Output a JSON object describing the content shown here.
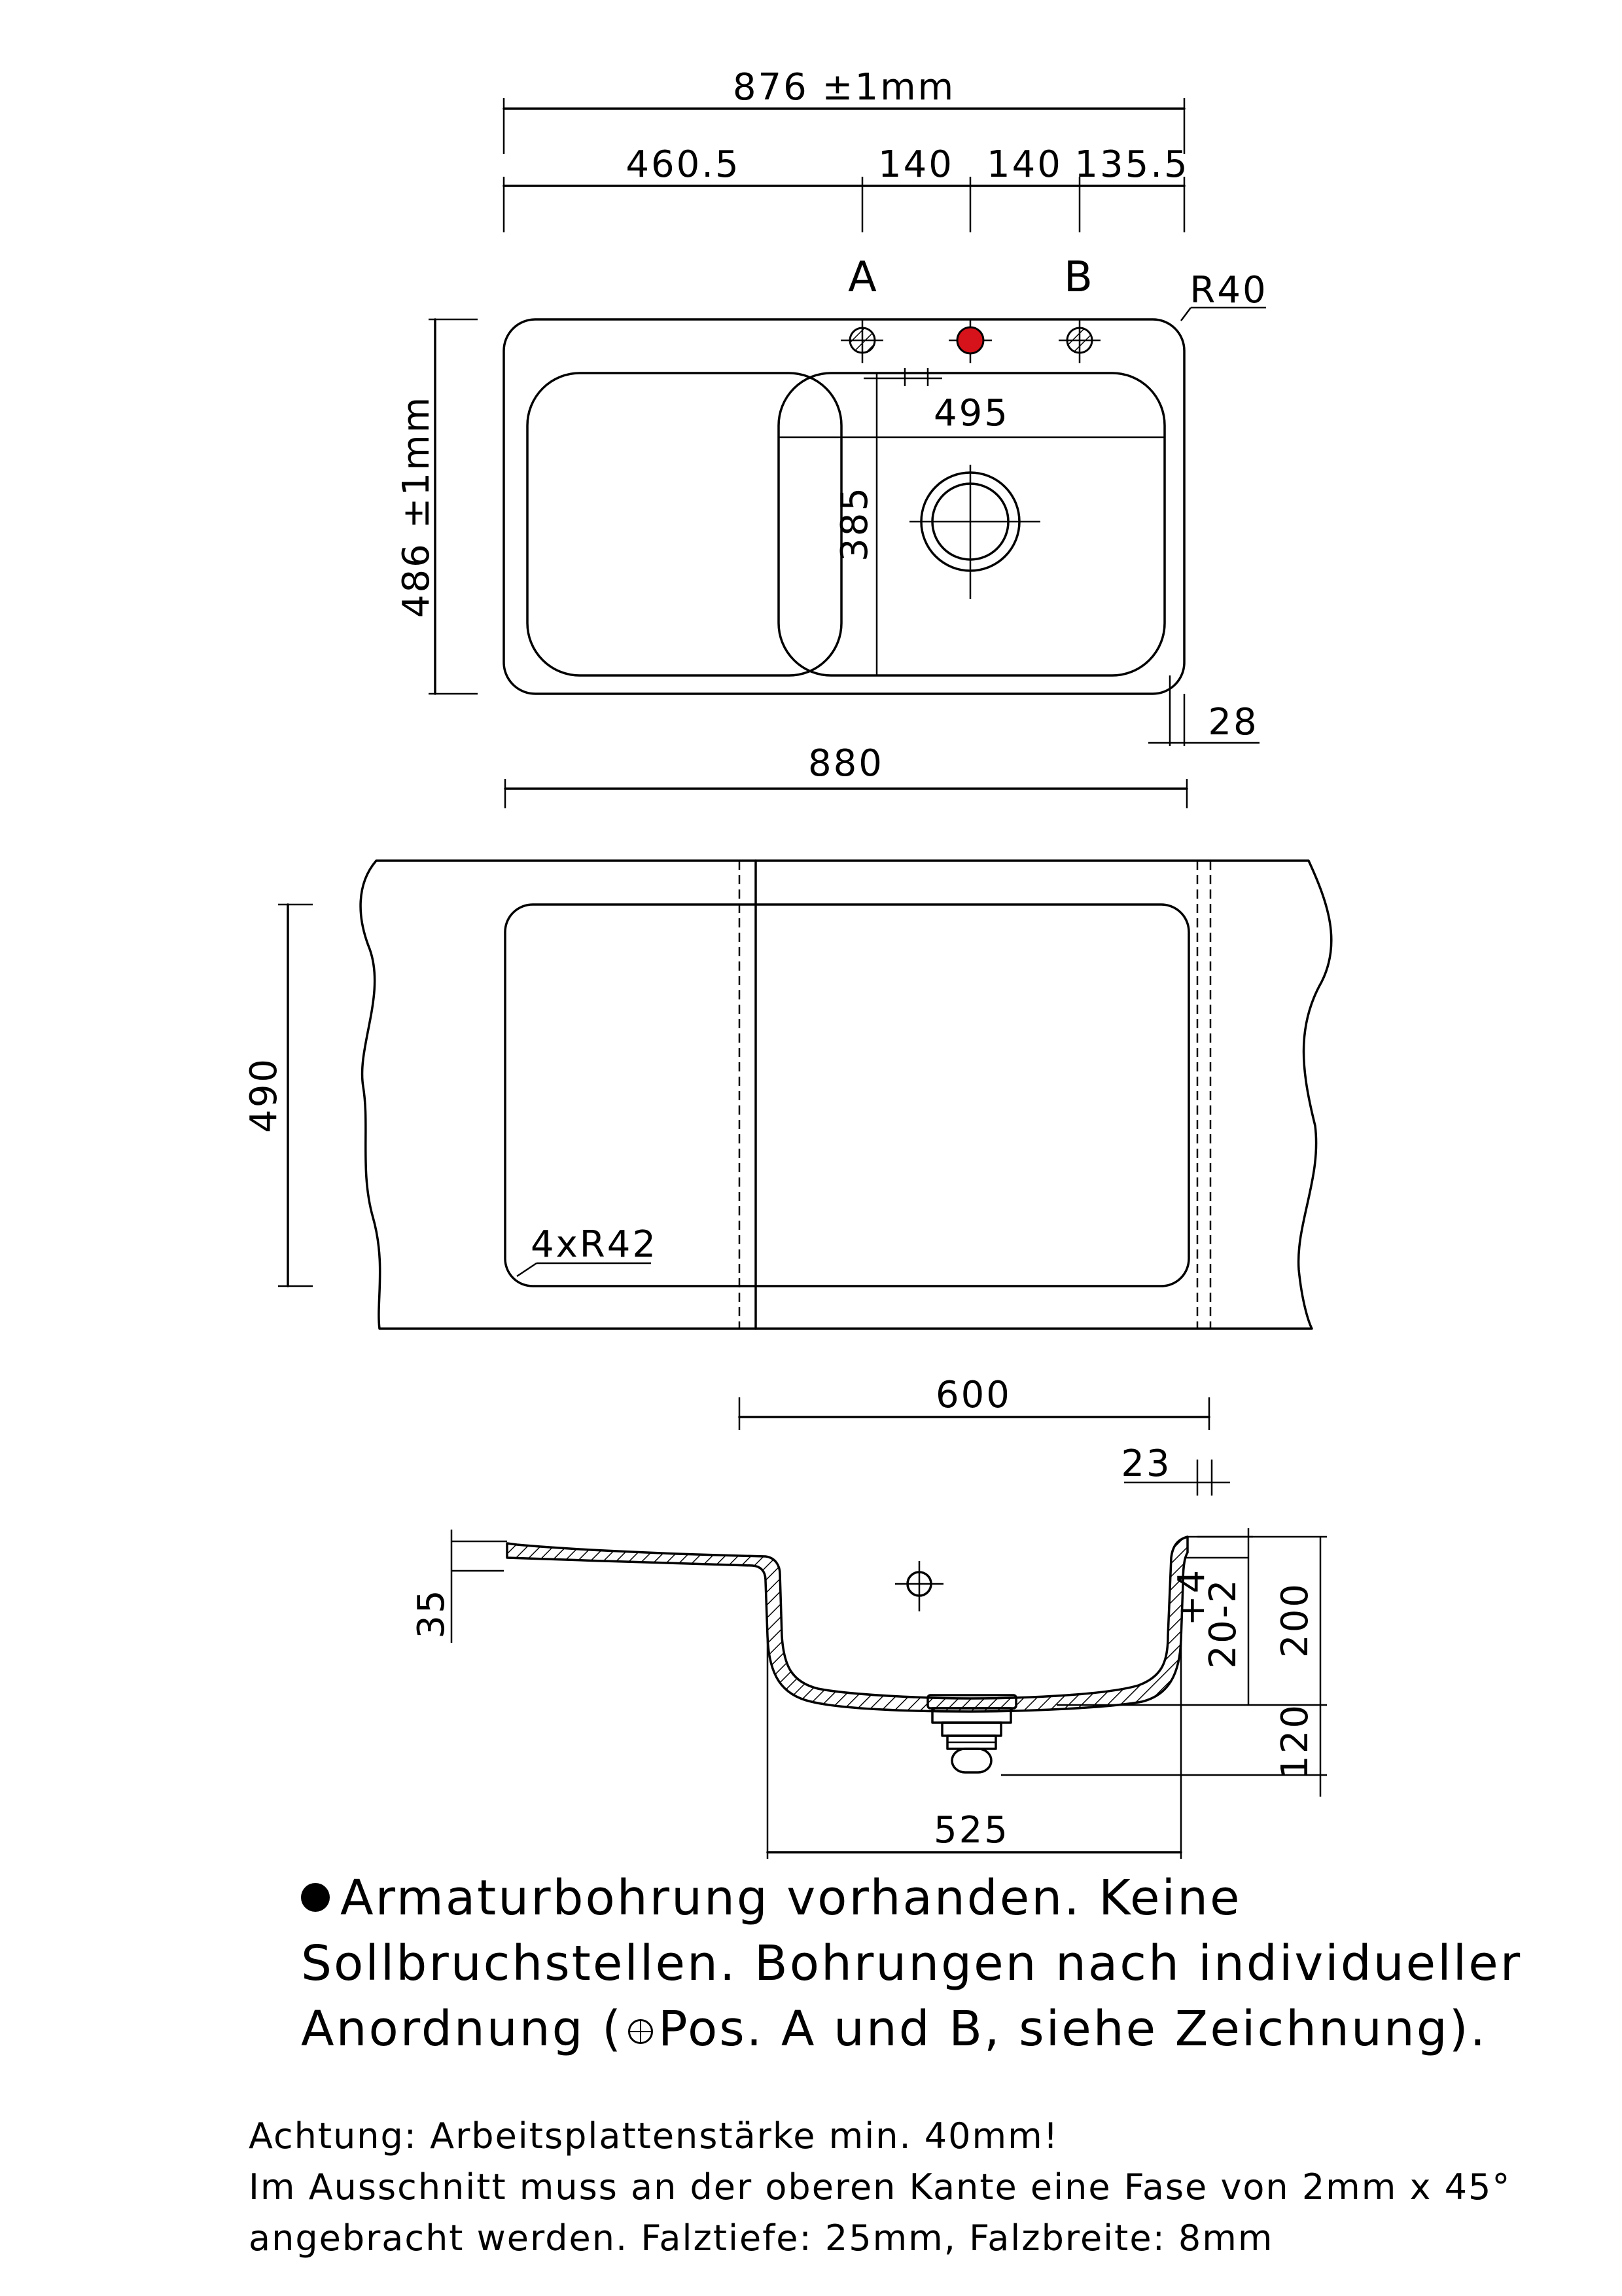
{
  "top_view": {
    "overall_width": "876 ±1mm",
    "seg_1": "460.5",
    "seg_2": "140",
    "seg_3": "140",
    "seg_4": "135.5",
    "label_a": "A",
    "label_b": "B",
    "corner_radius": "R40",
    "height": "486 ±1mm",
    "bowl_width": "495",
    "bowl_height": "385",
    "edge": "28",
    "cutout_width": "880"
  },
  "cutout_view": {
    "height": "490",
    "radius": "4xR42"
  },
  "section_view": {
    "width_top": "600",
    "rim": "23",
    "depth_left": "35",
    "tolerance_sup": "+4",
    "tolerance_main": "20-2",
    "depth": "200",
    "drain_depth": "120",
    "bowl_bottom_width": "525"
  },
  "notes": {
    "line1": "Armaturbohrung vorhanden. Keine",
    "line2": "Sollbruchstellen. Bohrungen nach individueller",
    "line3_a": "Anordnung (",
    "line3_b": "Pos. A und B, siehe Zeichnung).",
    "warn1": "Achtung: Arbeitsplattenstärke min. 40mm!",
    "warn2": "Im Ausschnitt muss an der oberen Kante eine Fase von 2mm x 45°",
    "warn3": "angebracht werden. Falztiefe: 25mm, Falzbreite: 8mm"
  },
  "colors": {
    "line": "#000000",
    "tap_hole": "#d6121a"
  }
}
